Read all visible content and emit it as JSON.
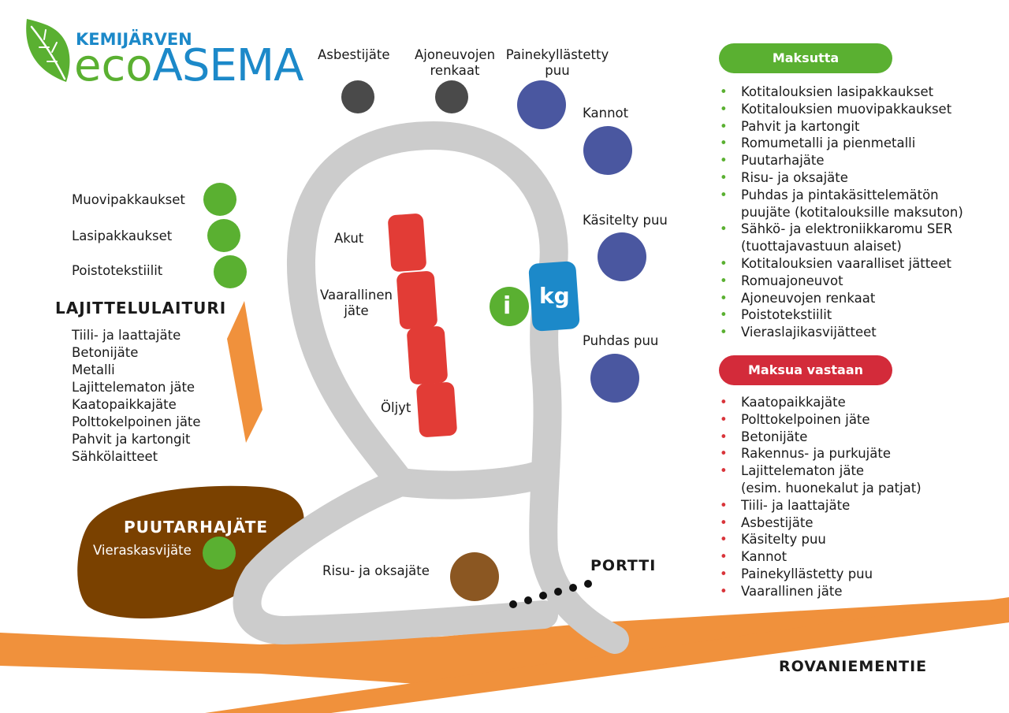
{
  "logo": {
    "line1": "KEMIJÄRVEN",
    "eco": "eco",
    "asema": "ASEMA"
  },
  "colors": {
    "green": "#5ab031",
    "blue": "#1c89c9",
    "dark_gray": "#4a4a4a",
    "navy": "#4a57a0",
    "red": "#e23c36",
    "orange": "#f0913c",
    "brown": "#7a4100",
    "road_gray": "#cccccc",
    "badge_red": "#d32b3a"
  },
  "top_labels": {
    "asbestos": "Asbestijäte",
    "tires_1": "Ajoneuvojen",
    "tires_2": "renkaat",
    "pressure_1": "Painekyllästetty",
    "pressure_2": "puu"
  },
  "right_labels": {
    "stumps": "Kannot",
    "treated": "Käsitelty puu",
    "clean": "Puhdas puu"
  },
  "left_labels": {
    "plastic": "Muovipakkaukset",
    "glass": "Lasipakkaukset",
    "textile": "Poistotekstiilit"
  },
  "center_labels": {
    "batteries": "Akut",
    "hazardous_1": "Vaarallinen",
    "hazardous_2": "jäte",
    "oils": "Öljyt",
    "info_icon": "i",
    "scale_icon": "kg"
  },
  "dock": {
    "title": "LAJITTELULAITURI",
    "items": [
      "Tiili- ja laattajäte",
      "Betonijäte",
      "Metalli",
      "Lajittelematon jäte",
      "Kaatopaikkajäte",
      "Polttokelpoinen jäte",
      "Pahvit ja kartongit",
      "Sähkölaitteet"
    ]
  },
  "garden": {
    "title": "PUUTARHAJÄTE",
    "sub": "Vieraskasvijäte"
  },
  "bottom_labels": {
    "branches": "Risu- ja oksajäte",
    "gate": "PORTTI",
    "road": "ROVANIEMENTIE"
  },
  "free": {
    "badge": "Maksutta",
    "items": [
      "Kotitalouksien lasipakkaukset",
      "Kotitalouksien muovipakkaukset",
      "Pahvit ja kartongit",
      "Romumetalli ja pienmetalli",
      "Puutarhajäte",
      "Risu- ja oksajäte",
      "Puhdas ja pintakäsittelemätön",
      "puujäte (kotitalouksille maksuton)",
      "Sähkö- ja elektroniikkaromu SER",
      "(tuottajavastuun alaiset)",
      "Kotitalouksien vaaralliset jätteet",
      "Romuajoneuvot",
      "Ajoneuvojen renkaat",
      "Poistotekstiilit",
      "Vieraslajikasvijätteet"
    ]
  },
  "paid": {
    "badge": "Maksua vastaan",
    "items": [
      "Kaatopaikkajäte",
      "Polttokelpoinen jäte",
      "Betonijäte",
      "Rakennus- ja purkujäte",
      "Lajittelematon jäte",
      "(esim. huonekalut ja patjat)",
      "Tiili- ja laattajäte",
      "Asbestijäte",
      "Käsitelty puu",
      "Kannot",
      "Painekyllästetty puu",
      "Vaarallinen jäte"
    ]
  }
}
